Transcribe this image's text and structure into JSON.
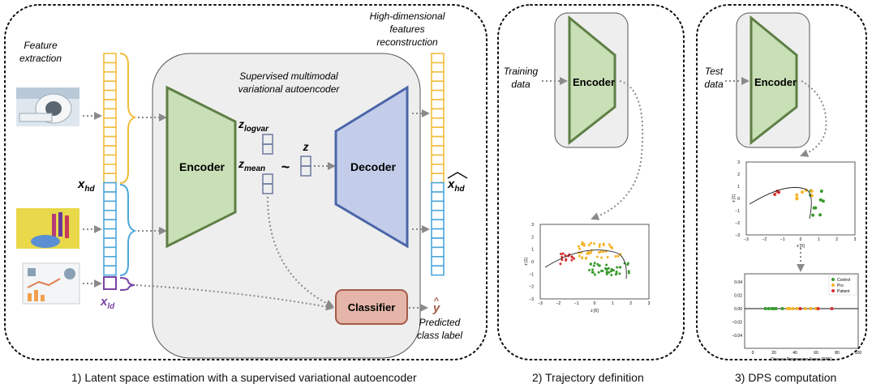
{
  "panel1": {
    "caption": "1) Latent space estimation with a supervised variational autoencoder",
    "feature_extraction": [
      "Feature",
      "extraction"
    ],
    "reconstruction": [
      "High-dimensional",
      "features",
      "reconstruction"
    ],
    "vae_title": [
      "Supervised multimodal",
      "variational autoencoder"
    ],
    "encoder": "Encoder",
    "decoder": "Decoder",
    "classifier": "Classifier",
    "x_hd": "x",
    "x_hd_sub": "hd",
    "x_ld": "x",
    "x_ld_sub": "ld",
    "xhat": "x",
    "xhat_sub": "hd",
    "z_logvar": "z",
    "z_logvar_sub": "logvar",
    "z_mean": "z",
    "z_mean_sub": "mean",
    "tilde": "~",
    "z": "z",
    "y_hat": "y",
    "predicted": [
      "Predicted",
      "class label"
    ]
  },
  "panel2": {
    "caption": "2) Trajectory definition",
    "input_label": [
      "Training",
      "data"
    ],
    "encoder": "Encoder"
  },
  "panel3": {
    "caption": "3) DPS computation",
    "input_label": [
      "Test",
      "data"
    ],
    "encoder": "Encoder"
  },
  "scatter_axes": {
    "x_ticks": [
      "−3",
      "−2",
      "−1",
      "0",
      "1",
      "2",
      "3"
    ],
    "y_ticks": [
      "3",
      "2",
      "1",
      "0",
      "−1",
      "−2",
      "−3"
    ],
    "xlabel": "z [0]",
    "ylabel": "z [1]"
  },
  "dps_plot": {
    "y_ticks": [
      "0.04",
      "0.02",
      "0.00",
      "−0.02",
      "−0.04"
    ],
    "x_ticks": [
      "0",
      "20",
      "40",
      "60",
      "80",
      "100"
    ],
    "xlabel": "Disease Progression Score (DPS)",
    "legend": [
      "Control",
      "Pro",
      "Patient"
    ]
  },
  "colors": {
    "encoder_fill": "#c9dfb6",
    "encoder_stroke": "#5e7f45",
    "decoder_fill": "#c3cdea",
    "decoder_stroke": "#4b66a8",
    "classifier_fill": "#e4b5a8",
    "classifier_stroke": "#a45b48",
    "hd_top": "#f0bd3c",
    "hd_bottom": "#4ea7dc",
    "ld": "#7a43a3",
    "control": "#3a9a2e",
    "prog": "#f5b325",
    "patient": "#d83030"
  }
}
